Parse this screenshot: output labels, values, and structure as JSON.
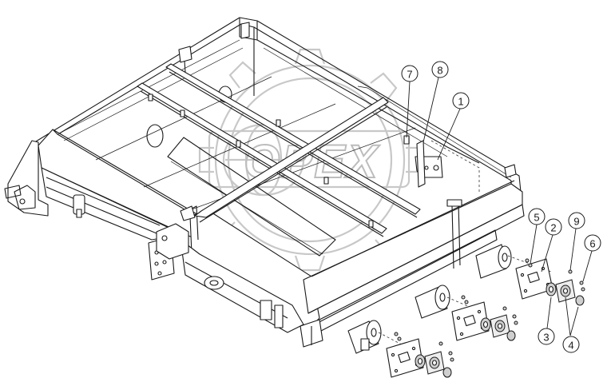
{
  "watermark": {
    "text": "OPEX"
  },
  "callouts": [
    {
      "id": "callout-1",
      "label": "1"
    },
    {
      "id": "callout-2",
      "label": "2"
    },
    {
      "id": "callout-3",
      "label": "3"
    },
    {
      "id": "callout-4",
      "label": "4"
    },
    {
      "id": "callout-5",
      "label": "5"
    },
    {
      "id": "callout-6",
      "label": "6"
    },
    {
      "id": "callout-7",
      "label": "7"
    },
    {
      "id": "callout-8",
      "label": "8"
    },
    {
      "id": "callout-9",
      "label": "9"
    }
  ]
}
